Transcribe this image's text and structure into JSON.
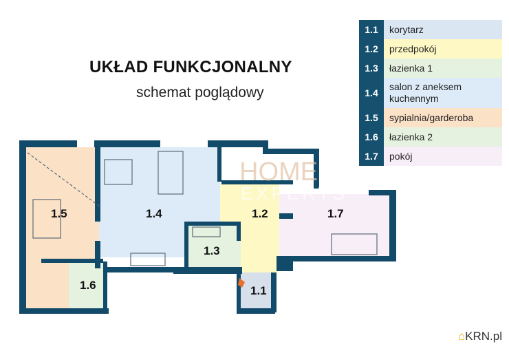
{
  "title": "UKŁAD FUNKCJONALNY",
  "subtitle": "schemat poglądowy",
  "legend": [
    {
      "num": "1.1",
      "label": "korytarz",
      "color": "#dbe6f3"
    },
    {
      "num": "1.2",
      "label": "przedpokój",
      "color": "#fdf8c4"
    },
    {
      "num": "1.3",
      "label": "łazienka 1",
      "color": "#e6f2e0"
    },
    {
      "num": "1.4",
      "label": "salon z aneksem kuchennym",
      "color": "#dcebf7"
    },
    {
      "num": "1.5",
      "label": "sypialnia/garderoba",
      "color": "#fbe1c6"
    },
    {
      "num": "1.6",
      "label": "łazienka 2",
      "color": "#e6f2e0"
    },
    {
      "num": "1.7",
      "label": "pokój",
      "color": "#f8eef8"
    }
  ],
  "rooms": {
    "r11": "1.1",
    "r12": "1.2",
    "r13": "1.3",
    "r14": "1.4",
    "r15": "1.5",
    "r16": "1.6",
    "r17": "1.7"
  },
  "watermark": {
    "line1": "HOME",
    "line2": "EXPERTS"
  },
  "logo": "KRN.pl",
  "colors": {
    "wall": "#124a6a",
    "entrance": "#e8702a"
  }
}
